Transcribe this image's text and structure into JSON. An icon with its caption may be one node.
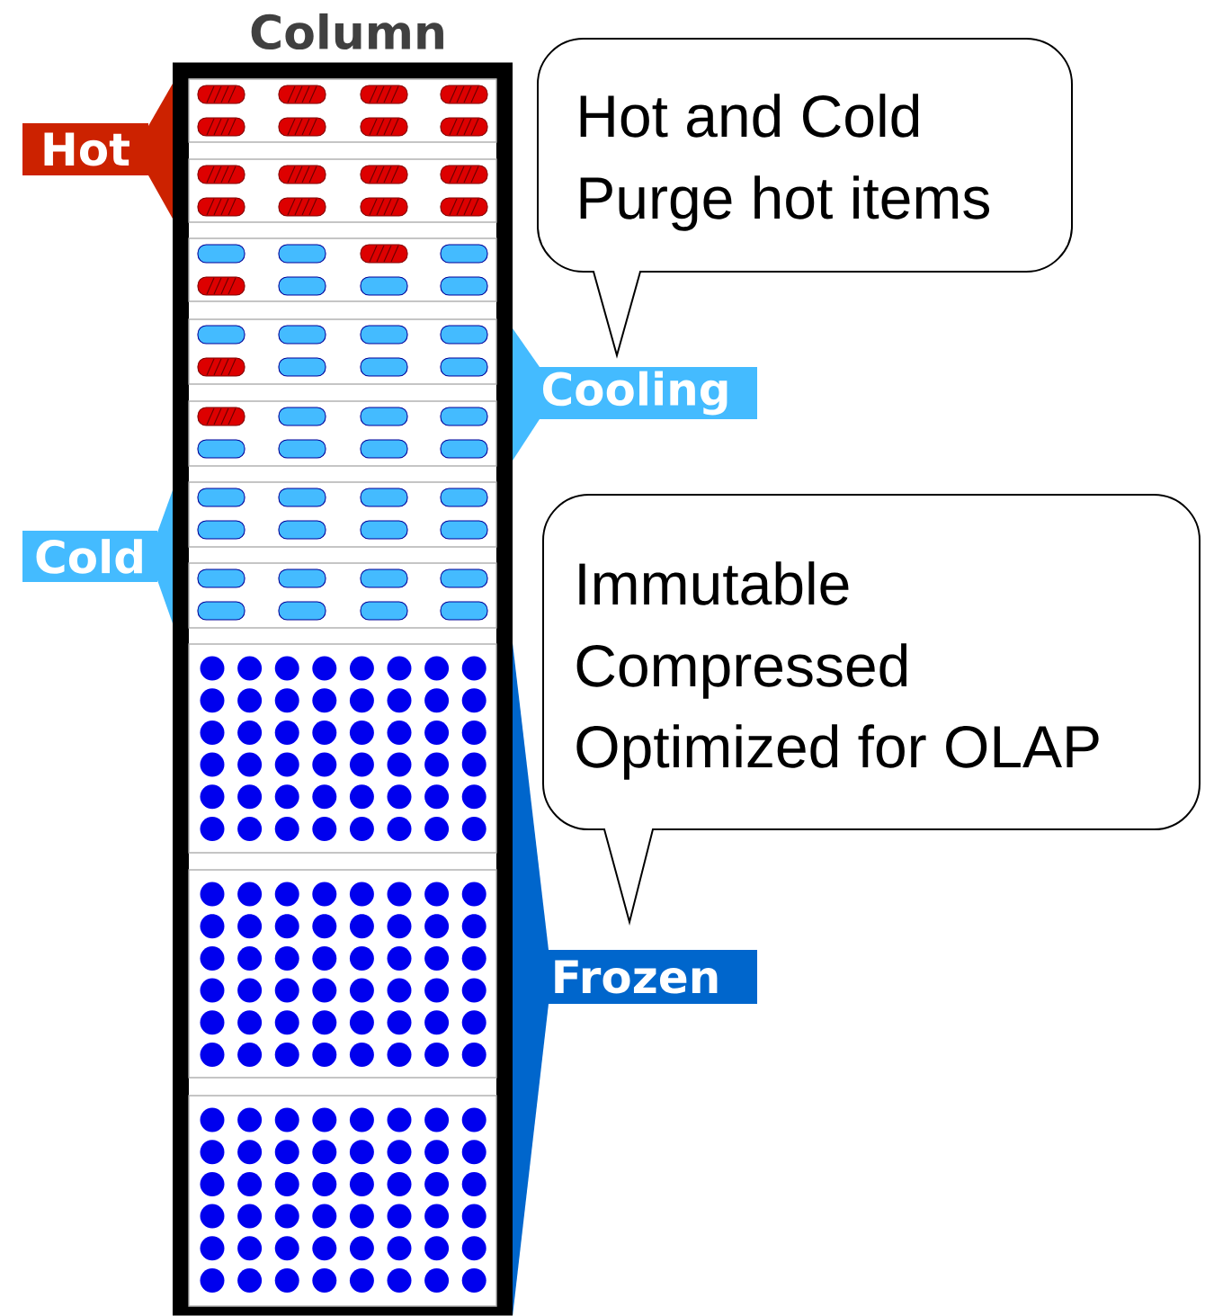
{
  "diagram": {
    "nodes": [
      {
        "text": [
          "Column"
        ]
      },
      {
        "text": [
          "Hot"
        ]
      },
      {
        "text": [
          "Cooling"
        ]
      },
      {
        "text": [
          "Cold"
        ]
      },
      {
        "text": [
          "Frozen"
        ]
      },
      {
        "text": [
          "Hot and Cold",
          "Purge hot items"
        ]
      },
      {
        "text": [
          "Immutable",
          "Compressed",
          "Optimized for OLAP"
        ]
      }
    ]
  }
}
